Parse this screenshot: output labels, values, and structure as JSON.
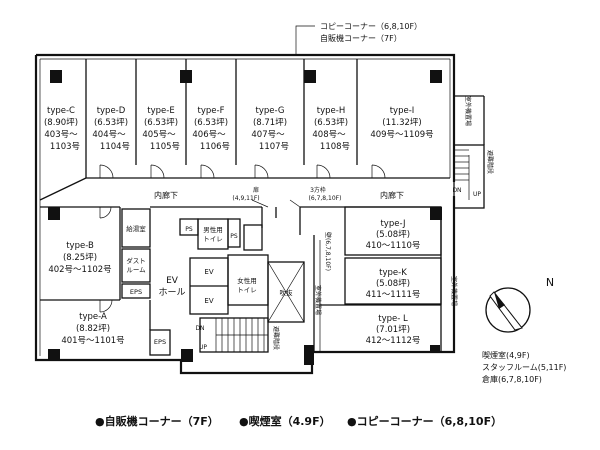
{
  "annotations": {
    "top_line1": "コピーコーナー（6,8,10F）",
    "top_line2": "自販機コーナー（7F）",
    "bottom_right": [
      "喫煙室(4,9F)",
      "スタッフルーム(5,11F)",
      "倉庫(6,7,8,10F)"
    ]
  },
  "units": [
    {
      "type": "type-C",
      "size": "(8.90坪)",
      "rooms": [
        "403号～",
        "1103号"
      ]
    },
    {
      "type": "type-D",
      "size": "(6.53坪)",
      "rooms": [
        "404号～",
        "1104号"
      ]
    },
    {
      "type": "type-E",
      "size": "(6.53坪)",
      "rooms": [
        "405号～",
        "1105号"
      ]
    },
    {
      "type": "type-F",
      "size": "(6.53坪)",
      "rooms": [
        "406号～",
        "1106号"
      ]
    },
    {
      "type": "type-G",
      "size": "(8.71坪)",
      "rooms": [
        "407号～",
        "1107号"
      ]
    },
    {
      "type": "type-H",
      "size": "(6.53坪)",
      "rooms": [
        "408号～",
        "1108号"
      ]
    },
    {
      "type": "type-I",
      "size": "(11.32坪)",
      "rooms": [
        "409号～1109号"
      ]
    },
    {
      "type": "type-B",
      "size": "(8.25坪)",
      "rooms": [
        "402号～1102号"
      ]
    },
    {
      "type": "type-A",
      "size": "(8.82坪)",
      "rooms": [
        "401号～1101号"
      ]
    },
    {
      "type": "type-J",
      "size": "(5.08坪)",
      "rooms": [
        "410～1110号"
      ]
    },
    {
      "type": "type-K",
      "size": "(5.08坪)",
      "rooms": [
        "411～1111号"
      ]
    },
    {
      "type": "type- L",
      "size": "(7.01坪)",
      "rooms": [
        "412～1112号"
      ]
    }
  ],
  "labels": {
    "corridor_left": "内廊下",
    "corridor_right": "内廊下",
    "kyutou": "給湯室",
    "dust": [
      "ダスト",
      "ルーム"
    ],
    "eps1": "EPS",
    "eps2": "EPS",
    "ev_hall": [
      "EV",
      "ホール"
    ],
    "ev1": "EV",
    "ev2": "EV",
    "ps1": "PS",
    "ps2": "PS",
    "men_wc": [
      "男性用",
      "トイレ"
    ],
    "women_wc": [
      "女性用",
      "トイレ"
    ],
    "fukinuke": "吹抜",
    "hinan_left": "避難階段",
    "hinan_right": "避難階段",
    "dn_left": "DN",
    "up_left": "UP",
    "dn_right": "DN",
    "up_right": "UP",
    "door_label": [
      "扉",
      "(4,9,11F)"
    ],
    "sanpo_label": [
      "3方枠",
      "(6,7,8,10F)"
    ],
    "kabe_label": "壁(6,7,8,10F)",
    "shitsugai_1": "室外機置場",
    "shitsugai_2": "室外機置場",
    "shitsugai_3": "室外機置場",
    "north": "N"
  },
  "legend": [
    {
      "text": "●自販機コーナー（7F）"
    },
    {
      "text": "●喫煙室（4.9F）"
    },
    {
      "text": "●コピーコーナー（6,8,10F）"
    }
  ]
}
